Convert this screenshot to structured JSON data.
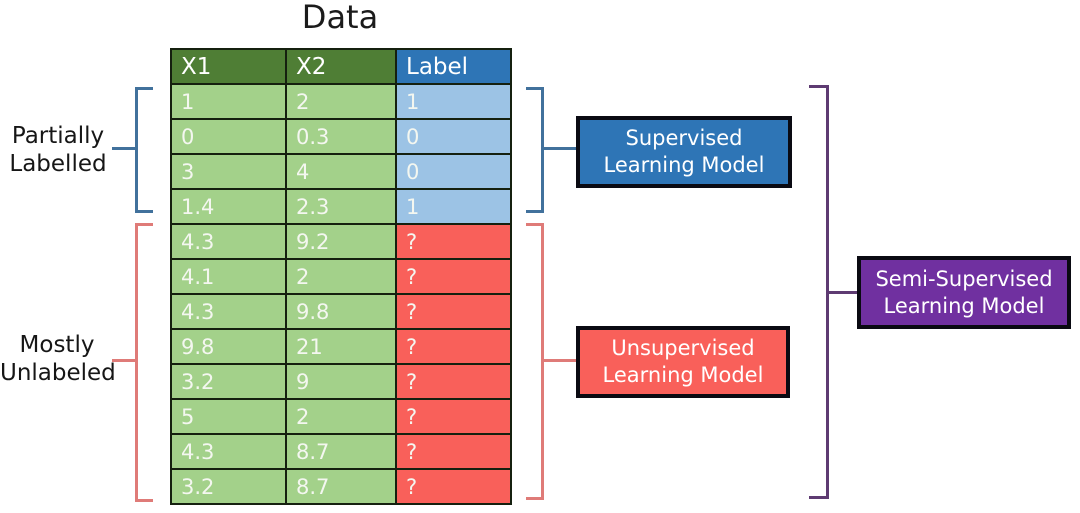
{
  "title": "Data",
  "table": {
    "headers": [
      "X1",
      "X2",
      "Label"
    ],
    "rows": [
      {
        "x1": "1",
        "x2": "2",
        "label": "1"
      },
      {
        "x1": "0",
        "x2": "0.3",
        "label": "0"
      },
      {
        "x1": "3",
        "x2": "4",
        "label": "0"
      },
      {
        "x1": "1.4",
        "x2": "2.3",
        "label": "1"
      },
      {
        "x1": "4.3",
        "x2": "9.2",
        "label": "?"
      },
      {
        "x1": "4.1",
        "x2": "2",
        "label": "?"
      },
      {
        "x1": "4.3",
        "x2": "9.8",
        "label": "?"
      },
      {
        "x1": "9.8",
        "x2": "21",
        "label": "?"
      },
      {
        "x1": "3.2",
        "x2": "9",
        "label": "?"
      },
      {
        "x1": "5",
        "x2": "2",
        "label": "?"
      },
      {
        "x1": "4.3",
        "x2": "8.7",
        "label": "?"
      },
      {
        "x1": "3.2",
        "x2": "8.7",
        "label": "?"
      }
    ]
  },
  "annotations": {
    "partially_labelled": {
      "line1": "Partially",
      "line2": "Labelled"
    },
    "mostly_unlabeled": {
      "line1": "Mostly",
      "line2": "Unlabeled"
    }
  },
  "boxes": {
    "supervised": {
      "line1": "Supervised",
      "line2": "Learning Model"
    },
    "unsupervised": {
      "line1": "Unsupervised",
      "line2": "Learning Model"
    },
    "semi_supervised": {
      "line1": "Semi-Supervised",
      "line2": "Learning Model"
    }
  },
  "colors": {
    "header_green": "#4f7e35",
    "cell_green": "#a3d18a",
    "header_blue": "#2e75b6",
    "cell_blue": "#9cc3e5",
    "cell_red": "#f9605a",
    "box_blue": "#2e75b6",
    "box_red": "#f9605a",
    "box_purple": "#7030a0",
    "bracket_blue": "#41719c",
    "bracket_red": "#df7b78",
    "bracket_purple": "#5e3b72"
  }
}
